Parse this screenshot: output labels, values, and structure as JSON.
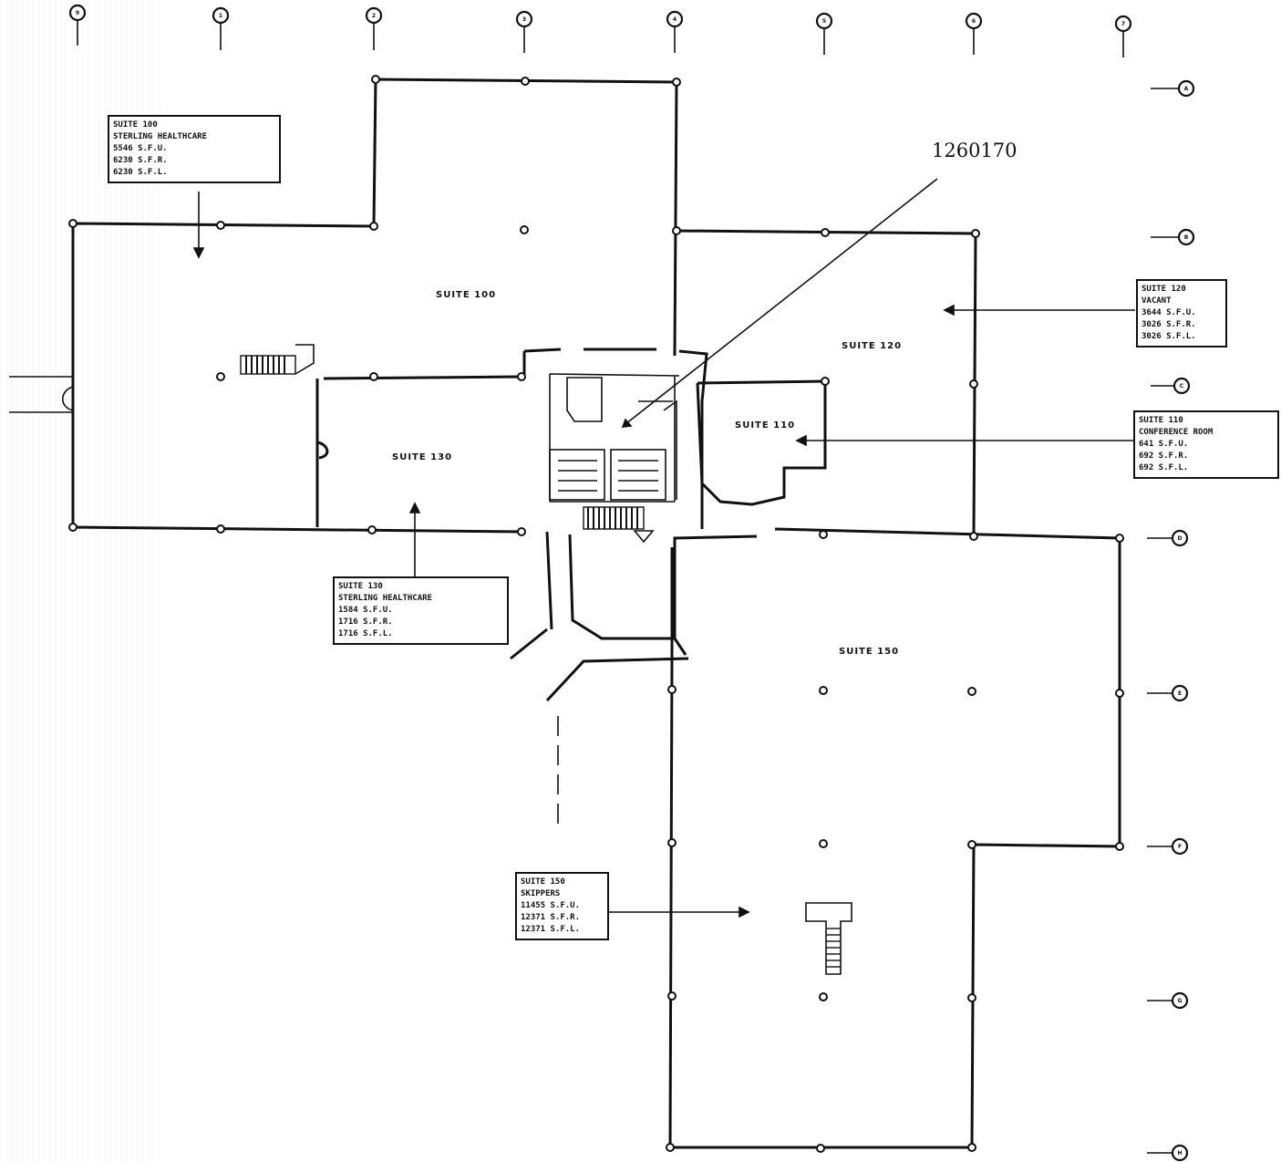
{
  "reference_number": "1260170",
  "suite_labels": {
    "s100": "SUITE 100",
    "s120": "SUITE 120",
    "s110": "SUITE 110",
    "s130": "SUITE 130",
    "s150": "SUITE 150"
  },
  "info_boxes": {
    "suite100": [
      "SUITE 100",
      "STERLING HEALTHCARE",
      "5546 S.F.U.",
      "6230 S.F.R.",
      "6230 S.F.L."
    ],
    "suite120": [
      "SUITE 120",
      "VACANT",
      "3644 S.F.U.",
      "3026 S.F.R.",
      "3026 S.F.L."
    ],
    "suite110": [
      "SUITE 110",
      "CONFERENCE ROOM",
      "641 S.F.U.",
      "692 S.F.R.",
      "692 S.F.L."
    ],
    "suite130": [
      "SUITE 130",
      "STERLING HEALTHCARE",
      "1584 S.F.U.",
      "1716 S.F.R.",
      "1716 S.F.L."
    ],
    "suite150": [
      "SUITE 150",
      "SKIPPERS",
      "11455 S.F.U.",
      "12371 S.F.R.",
      "12371 S.F.L."
    ]
  },
  "grid_top": [
    "9",
    "1",
    "2",
    "3",
    "4",
    "5",
    "6",
    "7"
  ],
  "grid_right": [
    "A",
    "B",
    "C",
    "D",
    "E",
    "F",
    "G",
    "H"
  ]
}
